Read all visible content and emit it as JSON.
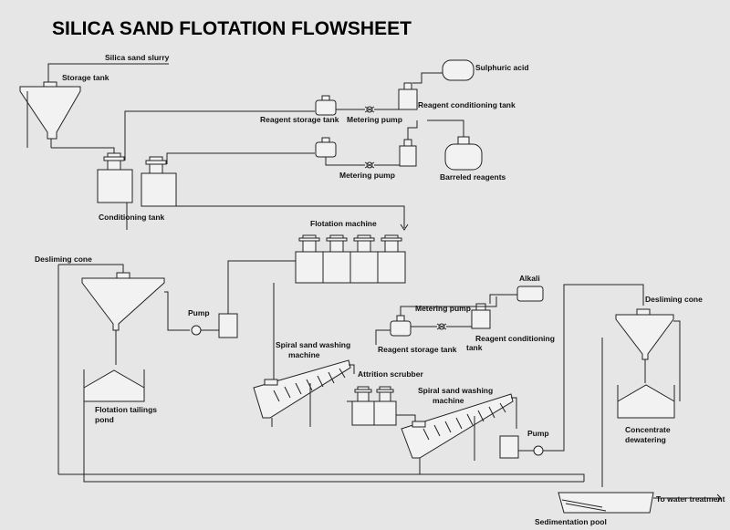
{
  "title": "SILICA SAND FLOTATION FLOWSHEET",
  "labels": {
    "silica_sand_slurry": "Silica sand slurry",
    "storage_tank": "Storage tank",
    "sulphuric_acid": "Sulphuric acid",
    "reagent_conditioning_tank_top": "Reagent conditioning tank",
    "reagent_storage_tank_top": "Reagent storage tank",
    "metering_pump_top": "Metering pump",
    "metering_pump_mid": "Metering pump",
    "barreled_reagents": "Barreled reagents",
    "conditioning_tank": "Conditioning tank",
    "flotation_machine": "Flotation machine",
    "desliming_cone_left": "Desliming cone",
    "pump_left": "Pump",
    "flotation_tailings_pond_1": "Flotation  tailings",
    "flotation_tailings_pond_2": "pond",
    "alkali": "Alkali",
    "metering_pump_bottom": "Metering pump",
    "reagent_storage_tank_bottom": "Reagent storage tank",
    "reagent_conditioning_tank_bottom_1": "Reagent conditioning",
    "reagent_conditioning_tank_bottom_2": "tank",
    "spiral_sand_washing_1a": "Spiral sand washing",
    "spiral_sand_washing_1b": "machine",
    "attrition_scrubber": "Attrition scrubber",
    "spiral_sand_washing_2a": "Spiral sand washing",
    "spiral_sand_washing_2b": "machine",
    "pump_right": "Pump",
    "desliming_cone_right": "Desliming cone",
    "concentrate_dewatering_1": "Concentrate",
    "concentrate_dewatering_2": "dewatering",
    "to_water_treatment": "To water treatment",
    "sedimentation_pool": "Sedimentation pool"
  }
}
